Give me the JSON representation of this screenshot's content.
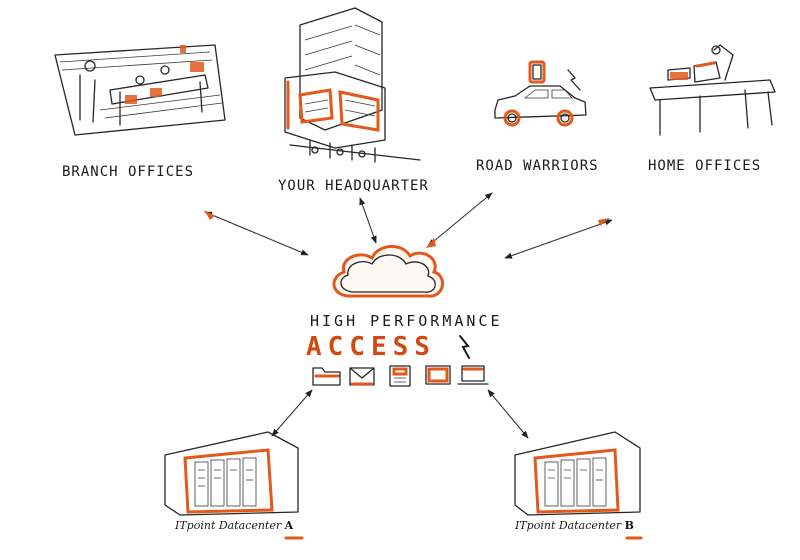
{
  "nodes": {
    "branch_offices": "BRANCH OFFICES",
    "headquarter": "YOUR HEADQUARTER",
    "road_warriors": "ROAD WARRIORS",
    "home_offices": "HOME OFFICES"
  },
  "access": {
    "line1": "HIGH PERFORMANCE",
    "line2": "ACCESS"
  },
  "datacenters": {
    "a_prefix": "ITpoint Datacenter",
    "a_letter": "A",
    "b_prefix": "ITpoint Datacenter",
    "b_letter": "B"
  },
  "icons": [
    "folder-icon",
    "mail-icon",
    "fax-icon",
    "monitor-icon",
    "laptop-icon"
  ],
  "colors": {
    "accent": "#e2591a",
    "ink": "#262626"
  }
}
